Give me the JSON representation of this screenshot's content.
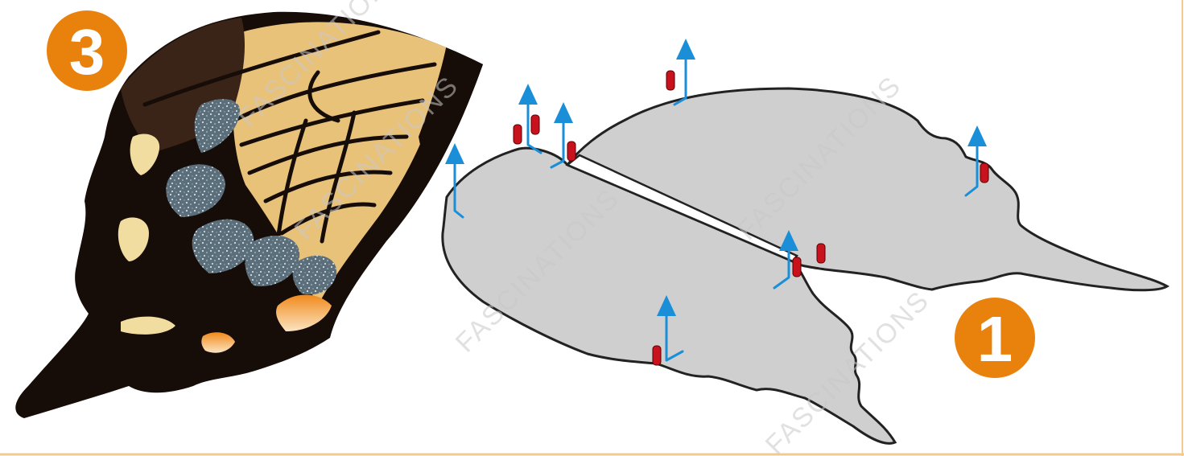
{
  "steps": {
    "wing_step": "3",
    "template_step": "1"
  },
  "watermark": "FASCINATIONS",
  "colors": {
    "badge": "#E8820C",
    "template_fill": "#CFCFD0",
    "arrow": "#1A8FD8",
    "tab": "#C8121E",
    "wing_tan": "#E9C27A",
    "wing_dark": "#160C08",
    "wing_brown": "#3A2317",
    "wing_cream": "#F1DDA0",
    "wing_orange": "#F08A1C",
    "frame_accent": "#F7A43C"
  },
  "icons": {
    "lift_arrow": "arrow-up-icon",
    "tab_slot": "tab-icon"
  }
}
